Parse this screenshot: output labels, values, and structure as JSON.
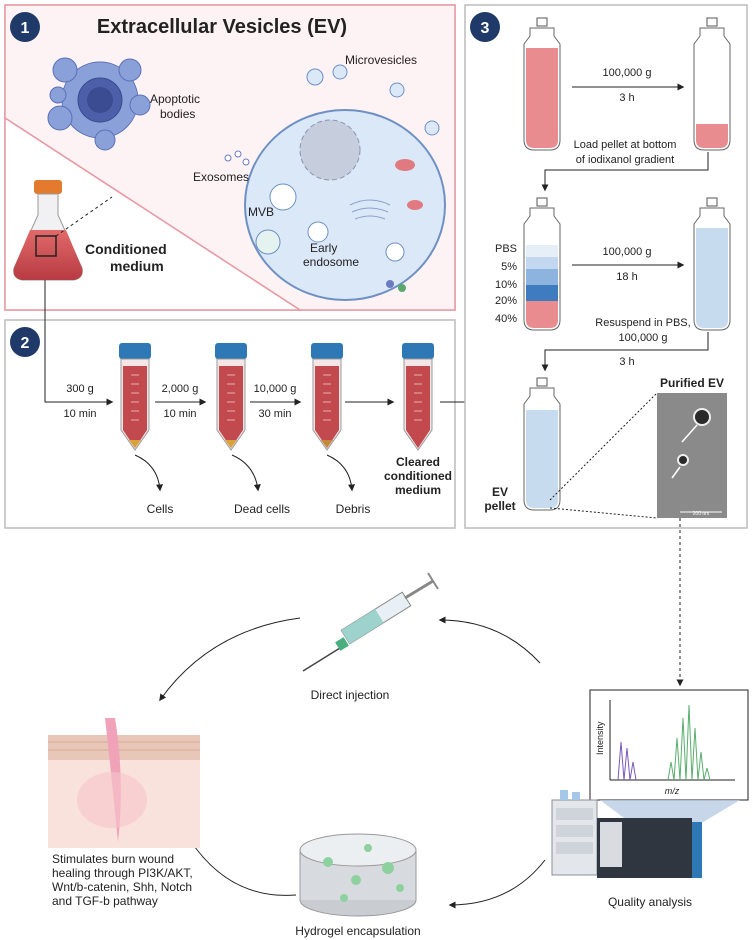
{
  "title": "Extracellular Vesicles (EV)",
  "panel_numbers": [
    "1",
    "2",
    "3"
  ],
  "panel1": {
    "apoptotic_bodies": [
      "Apoptotic",
      "bodies"
    ],
    "microvesicles": "Microvesicles",
    "exosomes": "Exosomes",
    "mvb": "MVB",
    "early_endosome": [
      "Early",
      "endosome"
    ],
    "conditioned_medium": [
      "Conditioned",
      "medium"
    ]
  },
  "panel2": {
    "steps": [
      {
        "g": "300 g",
        "time": "10 min"
      },
      {
        "g": "2,000 g",
        "time": "10 min"
      },
      {
        "g": "10,000 g",
        "time": "30 min"
      }
    ],
    "outputs": [
      "Cells",
      "Dead cells",
      "Debris"
    ],
    "cleared": [
      "Cleared",
      "conditioned",
      "medium"
    ]
  },
  "panel3": {
    "spin1": {
      "g": "100,000 g",
      "time": "3 h"
    },
    "load_note": [
      "Load pellet at bottom",
      "of iodixanol gradient"
    ],
    "gradient_labels": [
      "PBS",
      "5%",
      "10%",
      "20%",
      "40%"
    ],
    "spin2": {
      "g": "100,000 g",
      "time": "18 h"
    },
    "resuspend": [
      "Resuspend  in PBS,",
      "100,000 g"
    ],
    "spin3_time": "3 h",
    "purified_ev": "Purified EV",
    "ev_pellet": [
      "EV",
      "pellet"
    ],
    "scale_bar": "200 nm"
  },
  "lower": {
    "direct_injection": "Direct injection",
    "stimulates": [
      "Stimulates burn wound",
      "healing through PI3K/AKT,",
      "Wnt/b-catenin, Shh, Notch",
      "and TGF-b pathway"
    ],
    "hydrogel": "Hydrogel encapsulation",
    "quality": "Quality analysis",
    "ms_ylabel": "Intensity",
    "ms_xlabel": "m/z"
  },
  "colors": {
    "panel1_fill": "#fbe9ec",
    "panel1_border": "#e79aa3",
    "panel_border": "#bbbbbb",
    "badge": "#1f3a68",
    "cell": "#dbe8f7",
    "cell_border": "#6e90c4",
    "medium_red": "#c24a4f",
    "tube_blue": "#2e79b5"
  }
}
